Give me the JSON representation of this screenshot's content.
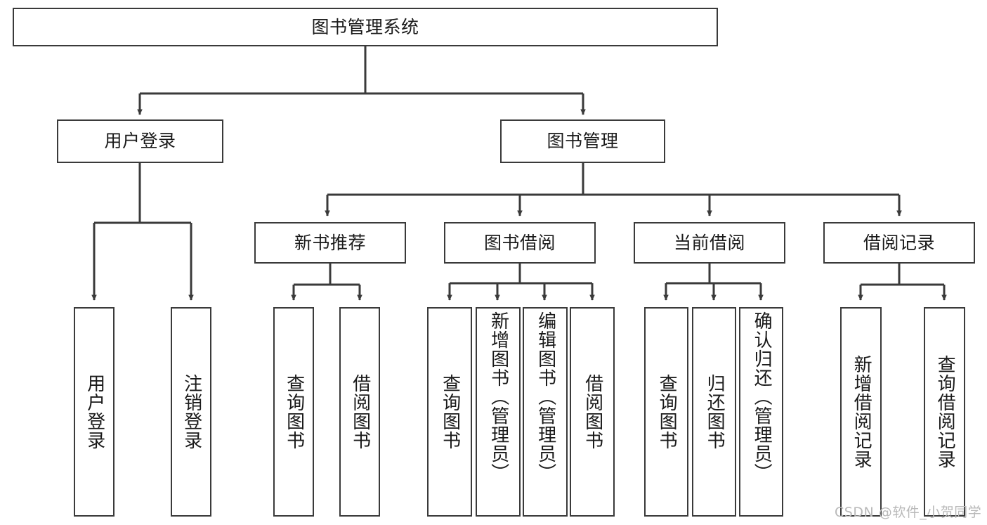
{
  "chart_data": {
    "type": "diagram",
    "subtype": "tree-hierarchy-functional-decomposition",
    "title": "图书管理系统",
    "orientation": "top-down",
    "edge_style": "orthogonal-elbow-with-arrowhead",
    "colors": {
      "box_border": "#3a3a3a",
      "box_fill": "#ffffff",
      "edge": "#3a3a3a",
      "text": "#1a1a1a",
      "background": "#ffffff",
      "watermark": "#b9b9b9"
    },
    "levels": [
      {
        "level": 1,
        "labels": [
          "图书管理系统"
        ]
      },
      {
        "level": 2,
        "labels": [
          "用户登录",
          "图书管理"
        ]
      },
      {
        "level": 3,
        "labels": [
          "新书推荐",
          "图书借阅",
          "当前借阅",
          "借阅记录"
        ]
      },
      {
        "level": 4,
        "labels": [
          "用户登录",
          "注销登录",
          "查询图书",
          "借阅图书",
          "查询图书",
          "新增图书（管理员）",
          "编辑图书（管理员）",
          "借阅图书",
          "查询图书",
          "归还图书",
          "确认归还（管理员）",
          "新增借阅记录",
          "查询借阅记录"
        ]
      }
    ],
    "edges": [
      {
        "from": "图书管理系统",
        "to": "用户登录"
      },
      {
        "from": "图书管理系统",
        "to": "图书管理"
      },
      {
        "from": "用户登录",
        "to": "用户登录(叶)"
      },
      {
        "from": "用户登录",
        "to": "注销登录"
      },
      {
        "from": "图书管理",
        "to": "新书推荐"
      },
      {
        "from": "图书管理",
        "to": "图书借阅"
      },
      {
        "from": "图书管理",
        "to": "当前借阅"
      },
      {
        "from": "图书管理",
        "to": "借阅记录"
      },
      {
        "from": "新书推荐",
        "to": "查询图书"
      },
      {
        "from": "新书推荐",
        "to": "借阅图书"
      },
      {
        "from": "图书借阅",
        "to": "查询图书"
      },
      {
        "from": "图书借阅",
        "to": "新增图书（管理员）"
      },
      {
        "from": "图书借阅",
        "to": "编辑图书（管理员）"
      },
      {
        "from": "图书借阅",
        "to": "借阅图书"
      },
      {
        "from": "当前借阅",
        "to": "查询图书"
      },
      {
        "from": "当前借阅",
        "to": "归还图书"
      },
      {
        "from": "当前借阅",
        "to": "确认归还（管理员）"
      },
      {
        "from": "借阅记录",
        "to": "新增借阅记录"
      },
      {
        "from": "借阅记录",
        "to": "查询借阅记录"
      }
    ]
  },
  "nodes": {
    "root": {
      "label": "图书管理系统"
    },
    "level2": {
      "user_login": {
        "label": "用户登录"
      },
      "book_manage": {
        "label": "图书管理"
      }
    },
    "level3": {
      "new_book_rec": {
        "label": "新书推荐"
      },
      "book_borrow": {
        "label": "图书借阅"
      },
      "current_borrow": {
        "label": "当前借阅"
      },
      "borrow_record": {
        "label": "借阅记录"
      }
    },
    "leaves": {
      "login_user": {
        "label": "用户登录"
      },
      "logout": {
        "label": "注销登录"
      },
      "rec_query_book": {
        "label": "查询图书"
      },
      "rec_borrow_book": {
        "label": "借阅图书"
      },
      "borrow_query_book": {
        "label": "查询图书"
      },
      "borrow_add_book": {
        "label": "新增图书（管理员）"
      },
      "borrow_edit_book": {
        "label": "编辑图书（管理员）"
      },
      "borrow_borrow_book": {
        "label": "借阅图书"
      },
      "cur_query_book": {
        "label": "查询图书"
      },
      "cur_return_book": {
        "label": "归还图书"
      },
      "cur_confirm_return": {
        "label": "确认归还（管理员）"
      },
      "rec_add_record": {
        "label": "新增借阅记录"
      },
      "rec_query_record": {
        "label": "查询借阅记录"
      }
    }
  },
  "watermark": {
    "text": "CSDN @软件_小贺同学"
  }
}
